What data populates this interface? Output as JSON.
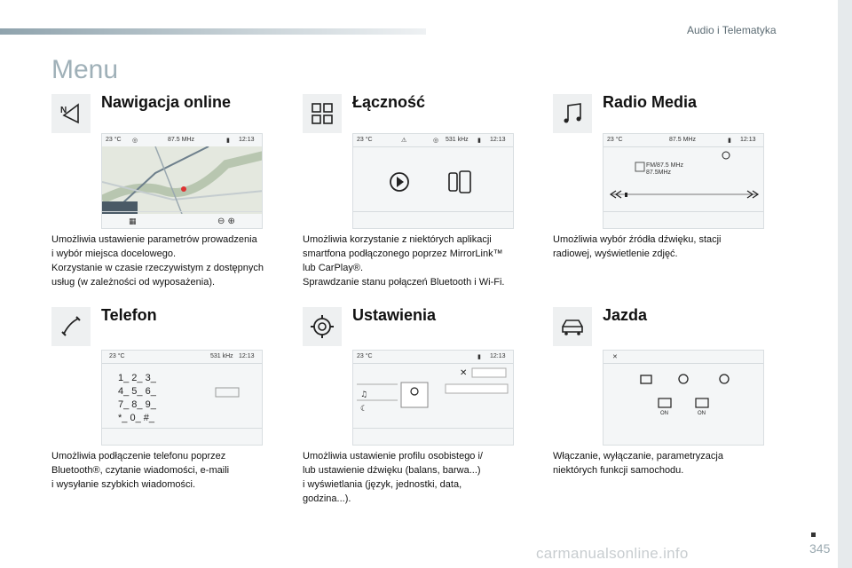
{
  "header": {
    "chapter": "Audio i Telematyka"
  },
  "page": {
    "title": "Menu",
    "number": "345"
  },
  "watermark": "carmanualsonline.info",
  "sections": {
    "nav": {
      "title": "Nawigacja online",
      "icon": "navigation-icon",
      "screen": {
        "temp": "23 °C",
        "freq": "87.5 MHz",
        "time": "12:13"
      },
      "desc": [
        "Umożliwia ustawienie parametrów prowadzenia",
        "i wybór miejsca docelowego.",
        "Korzystanie w czasie rzeczywistym z dostępnych",
        "usług (w zależności od wyposażenia)."
      ]
    },
    "conn": {
      "title": "Łączność",
      "icon": "connectivity-grid-icon",
      "screen": {
        "temp": "23 °C",
        "freq": "531 kHz",
        "time": "12:13"
      },
      "desc": [
        "Umożliwia korzystanie z niektórych aplikacji",
        "smartfona podłączonego poprzez MirrorLink™",
        "lub CarPlay®.",
        "Sprawdzanie stanu połączeń Bluetooth i Wi-Fi."
      ]
    },
    "radio": {
      "title": "Radio Media",
      "icon": "music-note-icon",
      "screen": {
        "temp": "23 °C",
        "freq": "87.5 MHz",
        "time": "12:13",
        "station": "FM/87.5 MHz",
        "station2": "87.5MHz"
      },
      "desc": [
        "Umożliwia wybór źródła dźwięku, stacji",
        "radiowej, wyświetlenie zdjęć."
      ]
    },
    "phone": {
      "title": "Telefon",
      "icon": "phone-icon",
      "screen": {
        "temp": "23 °C",
        "freq": "531 kHz",
        "time": "12:13",
        "keys": [
          "1_ 2_ 3_",
          "4_ 5_ 6_",
          "7_ 8_ 9_",
          "*_ 0_ #_"
        ]
      },
      "desc": [
        "Umożliwia podłączenie telefonu poprzez",
        "Bluetooth®, czytanie wiadomości, e-maili",
        "i wysyłanie szybkich wiadomości."
      ]
    },
    "settings": {
      "title": "Ustawienia",
      "icon": "gear-icon",
      "screen": {
        "temp": "23 °C",
        "time": "12:13"
      },
      "desc": [
        "Umożliwia ustawienie profilu osobistego i/",
        "lub ustawienie dźwięku (balans, barwa...)",
        "i wyświetlania (język, jednostki, data,",
        "godzina...)."
      ]
    },
    "drive": {
      "title": "Jazda",
      "icon": "car-icon",
      "screen": {
        "on1": "ON",
        "on2": "ON"
      },
      "desc": [
        "Włączanie, wyłączanie, parametryzacja",
        "niektórych funkcji samochodu."
      ]
    }
  }
}
